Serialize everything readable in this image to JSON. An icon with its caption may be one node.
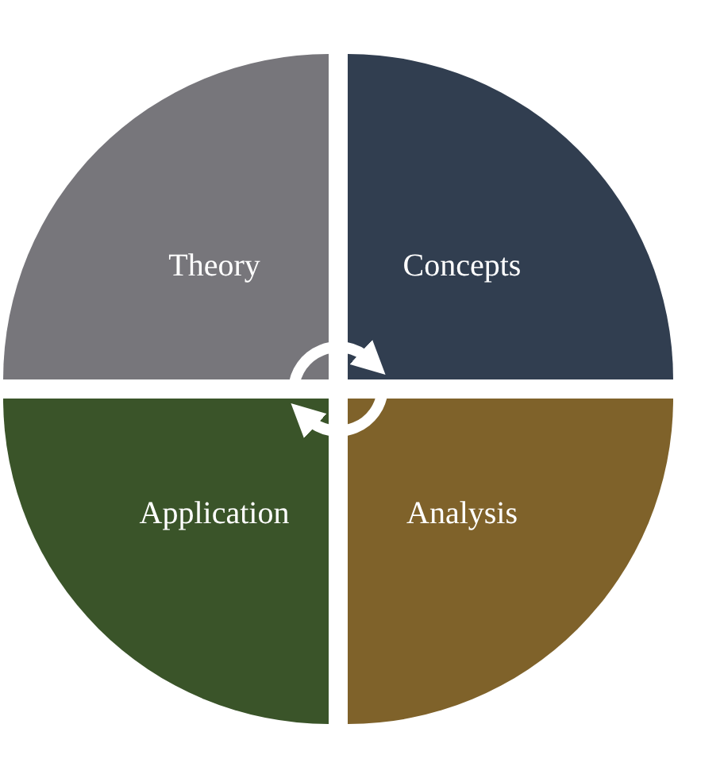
{
  "diagram": {
    "nodes": [
      {
        "text": [
          "Theory"
        ]
      },
      {
        "text": [
          "Concepts"
        ]
      },
      {
        "text": [
          "Application"
        ]
      },
      {
        "text": [
          "Analysis"
        ]
      }
    ],
    "edges": [
      {
        "from": 0,
        "to": 1,
        "arrow": "to"
      },
      {
        "from": 3,
        "to": 2,
        "arrow": "to"
      }
    ]
  }
}
